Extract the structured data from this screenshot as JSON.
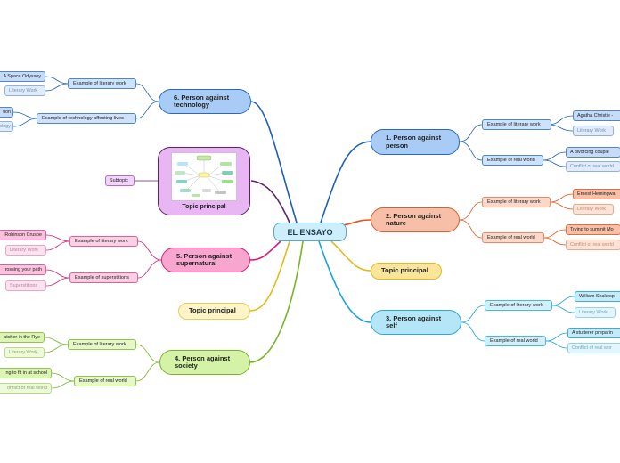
{
  "central": {
    "label": "EL ENSAYO"
  },
  "right": {
    "person": {
      "label": "1. Person against\nperson",
      "literary": {
        "label": "Example of literary work",
        "value": "Agatha Christie - ",
        "tag": "Literary Work"
      },
      "real": {
        "label": "Example of real world",
        "value": "A divorcing couple",
        "tag": "Conflict of real world"
      }
    },
    "nature": {
      "label": "2. Person against\nnature",
      "literary": {
        "label": "Example of literary work",
        "value": "Ernest Hemingwa",
        "tag": "Literary Work"
      },
      "real": {
        "label": "Example of real world",
        "value": "Trying to summit Mo",
        "tag": "Conflict of real world"
      }
    },
    "topic": {
      "label": "Topic principal"
    },
    "self": {
      "label": "3. Person against\nself",
      "literary": {
        "label": "Example of literary work",
        "value": "William Shakesp",
        "tag": "Literary Work"
      },
      "real": {
        "label": "Example of real world",
        "value": "A stutterer preparin",
        "tag": "Conflict of real wor"
      }
    }
  },
  "left": {
    "technology": {
      "label": "6. Person against\ntechnology",
      "literary": {
        "label": "Example of literary work",
        "value": "A Space Odyssey",
        "tag": "Literary Work"
      },
      "affecting": {
        "label": "Example of technology affecting lives",
        "value": "tion",
        "tag": "ology"
      }
    },
    "image": {
      "subtopic": "Subtopic",
      "caption": "Topic principal"
    },
    "supernatural": {
      "label": "5. Person against\nsupernatural",
      "literary": {
        "label": "Example of literary work",
        "value": "Robinson Crusoe",
        "tag": "Literary Work"
      },
      "superstitions": {
        "label": "Example of superstitions",
        "value": "rossing your path",
        "tag": "Superstitions"
      }
    },
    "topic": {
      "label": "Topic principal"
    },
    "society": {
      "label": "4. Person against\nsociety",
      "literary": {
        "label": "Example of literary work",
        "value": "atcher in the Rye",
        "tag": "Literary Work"
      },
      "real": {
        "label": "Example of real world",
        "value": "ng to fit in at school",
        "tag": "onflict of real world"
      }
    }
  },
  "colors": {
    "person": "#1f5fb5",
    "nature": "#e2531e",
    "topic_yellow": "#e4b91d",
    "self": "#1aa3da",
    "technology": "#1f5fb5",
    "image": "#5c2266",
    "supernatural": "#d81b72",
    "society": "#78b42a"
  }
}
